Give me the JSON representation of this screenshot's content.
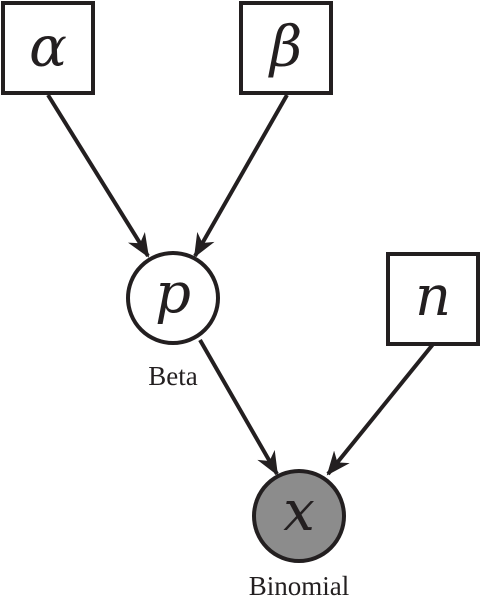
{
  "nodes": {
    "alpha": {
      "label": "α"
    },
    "beta": {
      "label": "β"
    },
    "p": {
      "label": "p",
      "caption": "Beta"
    },
    "n": {
      "label": "n"
    },
    "x": {
      "label": "x",
      "caption": "Binomial"
    }
  },
  "edges": [
    {
      "from": "alpha",
      "to": "p"
    },
    {
      "from": "beta",
      "to": "p"
    },
    {
      "from": "p",
      "to": "x"
    },
    {
      "from": "n",
      "to": "x"
    }
  ],
  "colors": {
    "stroke": "#231f20",
    "observed_fill": "#8c8c8c",
    "latent_fill": "#ffffff"
  }
}
